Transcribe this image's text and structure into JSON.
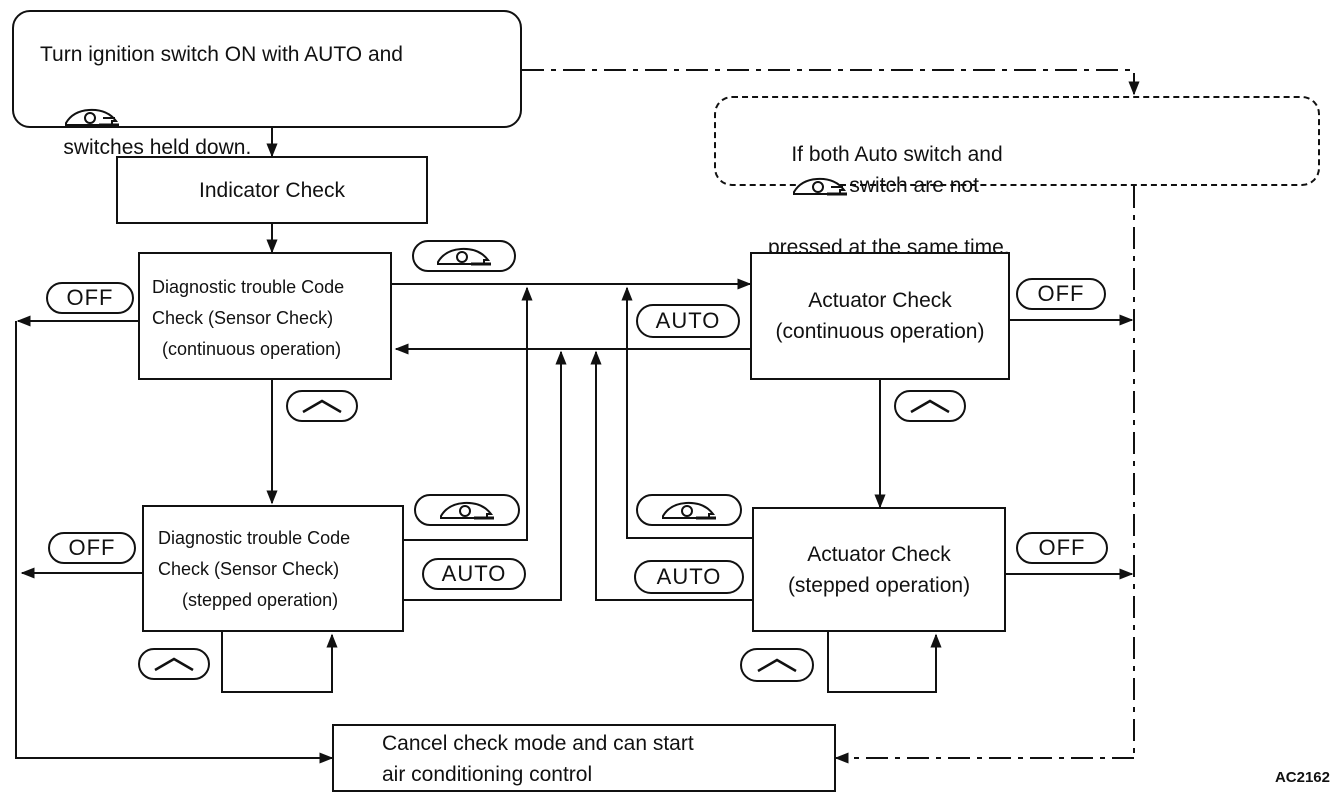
{
  "start": {
    "line1": "Turn ignition switch ON with AUTO and",
    "line2_suffix": "switches held down."
  },
  "indicator_check": "Indicator Check",
  "warning": {
    "line1_prefix": "If both Auto switch and",
    "line1_suffix": "switch are not",
    "line2": "pressed at the same time,"
  },
  "dtc_continuous": {
    "line1": "Diagnostic trouble Code",
    "line2": "Check (Sensor Check)",
    "line3": "(continuous operation)"
  },
  "dtc_stepped": {
    "line1": "Diagnostic trouble Code",
    "line2": "Check (Sensor Check)",
    "line3": "(stepped operation)"
  },
  "actuator_continuous": {
    "line1": "Actuator Check",
    "line2": "(continuous operation)"
  },
  "actuator_stepped": {
    "line1": "Actuator Check",
    "line2": "(stepped operation)"
  },
  "cancel": {
    "line1": "Cancel check mode and can start",
    "line2": "air conditioning control"
  },
  "buttons": {
    "off": "OFF",
    "auto": "AUTO"
  },
  "icons": {
    "recirc": "recirculation-icon",
    "up": "up-arrow-icon"
  },
  "figure_ref": "AC2162"
}
